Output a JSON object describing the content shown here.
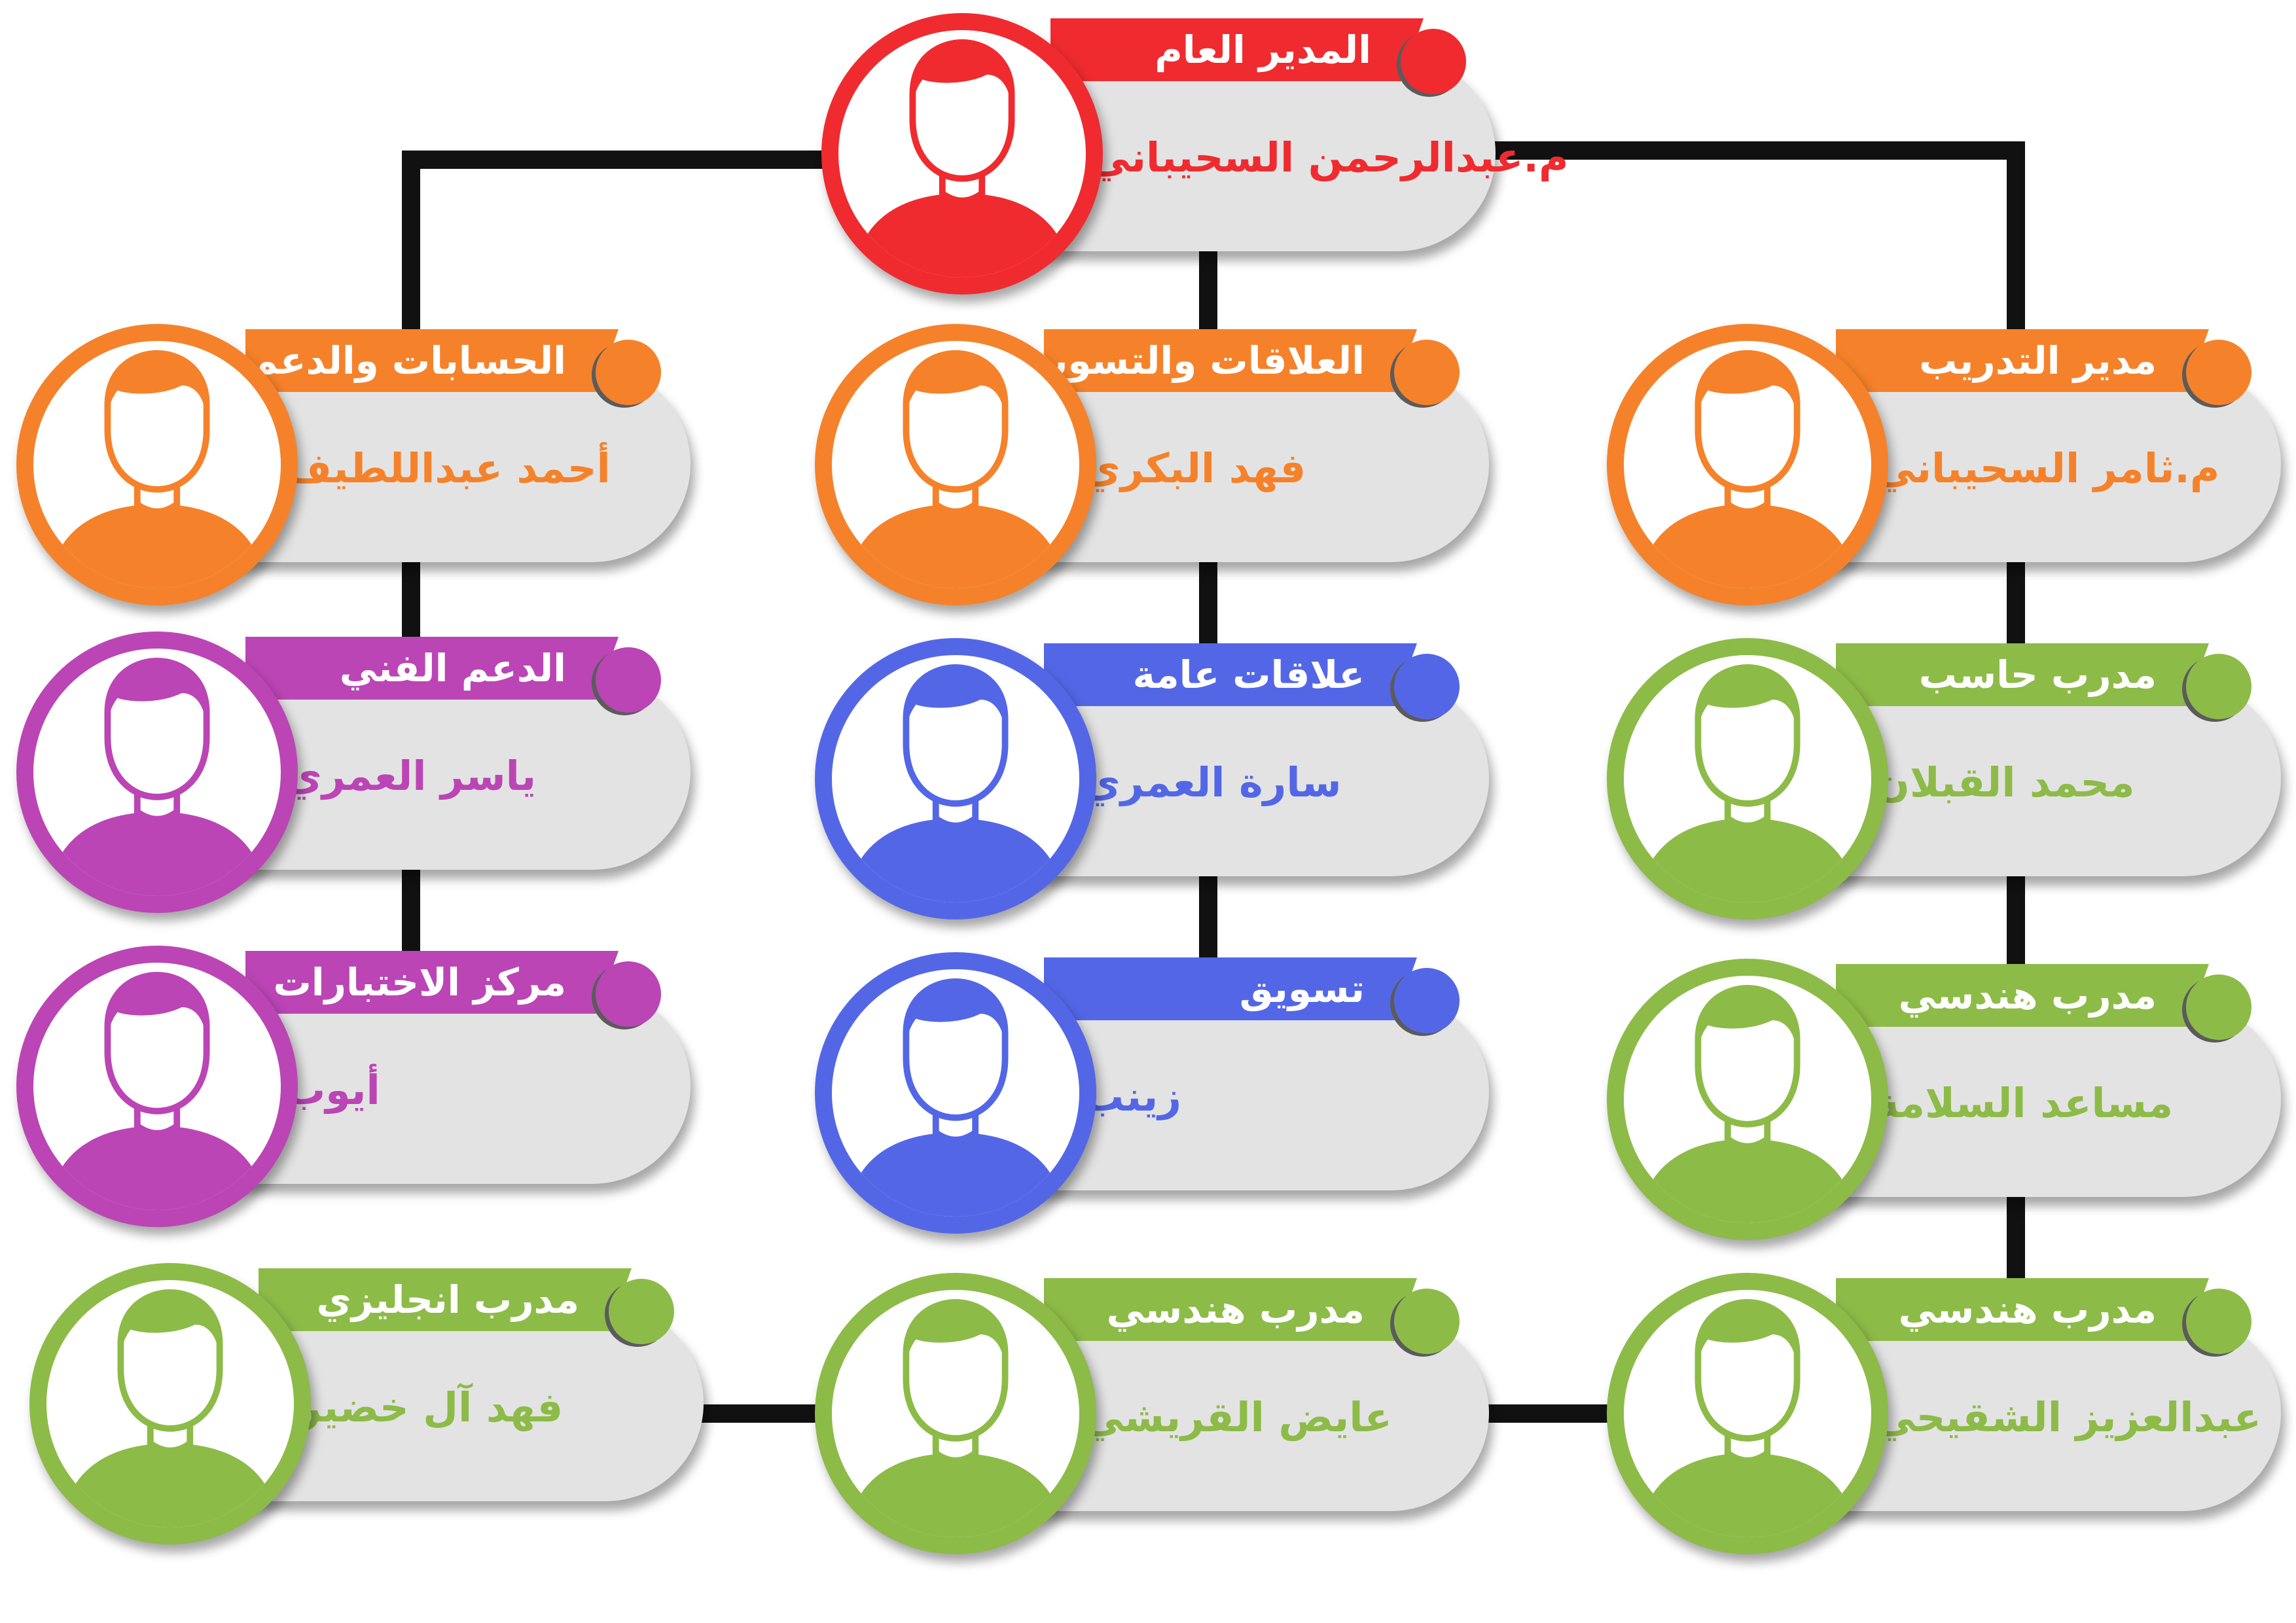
{
  "colors": {
    "red": "#ef2b2f",
    "orange": "#f5822a",
    "magenta": "#bb45b5",
    "blue": "#5367e6",
    "green": "#8dbb48",
    "connector": "#111111"
  },
  "icon": "person-avatar-icon",
  "top": {
    "title": "المدير العام",
    "name": "م.عبدالرحمن السحيباني",
    "color": "red"
  },
  "columns": [
    {
      "side": "right",
      "members": [
        {
          "title": "مدير التدريب",
          "name": "م.ثامر السحيباني",
          "color": "orange"
        },
        {
          "title": "مدرب حاسب",
          "name": "محمد القبلان",
          "color": "green"
        },
        {
          "title": "مدرب هندسي",
          "name": "مساعد السلامة",
          "color": "green"
        },
        {
          "title": "مدرب هندسي",
          "name": "عبدالعزيز الشقيحي",
          "color": "green"
        }
      ]
    },
    {
      "side": "middle",
      "members": [
        {
          "title": "العلاقات والتسويق",
          "name": "فهد البكري",
          "color": "orange"
        },
        {
          "title": "علاقات عامة",
          "name": "سارة العمري",
          "color": "blue"
        },
        {
          "title": "تسويق",
          "name": "زينب",
          "color": "blue"
        },
        {
          "title": "مدرب هندسي",
          "name": "عايض القريشي",
          "color": "green"
        }
      ]
    },
    {
      "side": "left",
      "members": [
        {
          "title": "الحسابات والدعم",
          "name": "أحمد عبداللطيف",
          "color": "orange"
        },
        {
          "title": "الدعم الفني",
          "name": "ياسر العمري",
          "color": "magenta"
        },
        {
          "title": "مركز الاختبارات",
          "name": "أيوب",
          "color": "magenta"
        },
        {
          "title": "مدرب انجليزي",
          "name": "فهد آل خضير",
          "color": "green"
        }
      ]
    }
  ]
}
